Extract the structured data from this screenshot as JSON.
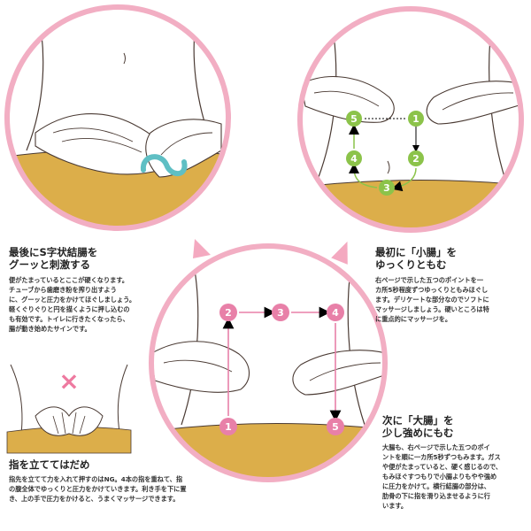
{
  "colors": {
    "ring": "#f2aec3",
    "skin": "#ffffff",
    "line": "#4a3a33",
    "garment": "#dcae4a",
    "green": "#8cc34a",
    "pink": "#e880a8",
    "teal": "#5fbfc4",
    "cross": "#ee7aa0",
    "arrow": "#f4a9c0"
  },
  "sections": {
    "top_left": {
      "title": "最後にS字状結腸を\nグーッと刺激する",
      "body": "便がたまっているとここが硬くなります。\nチューブから歯磨き粉を搾り出すよう\nに、グーッと圧力をかけてほぐしましょう。\n軽くぐりぐりと円を描くように押し込むの\nも有効です。トイレに行きたくなったら、\n腸が動き始めたサインです。"
    },
    "top_right": {
      "title": "最初に「小腸」を\nゆっくりともむ",
      "body": "右ページで示した五つのポイントを一\n カ所5秒程度ずつゆっくりともみほぐし\nます。デリケートな部分なのでソフトに\nマッサージしましょう。硬いところは特\nに重点的にマッサージを。"
    },
    "bottom_right": {
      "title": "次に「大腸」を\n少し強めにもむ",
      "body": "大腸も、右ページで示した五つのポイ\nントを順に一カ所5秒ずつもみます。ガス\nや便がたまっていると、硬く感じるので、\nもみほぐすつもりで小腸よりもやや強め\nに圧力をかけて。横行結腸の部分は、\n肋骨の下に指を滑り込ませるように行\nいます。"
    },
    "bottom_left": {
      "title": "指を立ててはだめ",
      "body": "指先を立てて力を入れて押すのはNG。4本の指を重ねて、指\nの腹全体でゆっくりと圧力をかけていきます。利き手を下に置\nき、上の手で圧力をかけると、うまくマッサージできます。"
    }
  },
  "small_intestine_points": [
    "1",
    "2",
    "3",
    "4",
    "5"
  ],
  "large_intestine_points": [
    "1",
    "2",
    "3",
    "4",
    "5"
  ],
  "wrong_mark": "×"
}
